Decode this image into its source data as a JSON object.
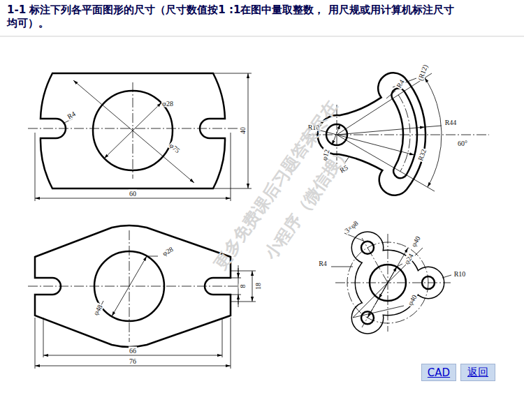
{
  "diagram": {
    "title": "1-1 标注下列各平面图形的尺寸（尺寸数值按1 :1在图中量取整数， 用尺规或用计算机标注尺寸均可）。",
    "nodes": [
      {
        "text": [
          "CAD"
        ]
      },
      {
        "text": [
          "返回"
        ]
      }
    ],
    "labels": [
      "φ28",
      "R4",
      "φ75",
      "40",
      "60",
      "(R12)",
      "R4",
      "R10",
      "R44",
      "60°",
      "φ12",
      "R32",
      "R5",
      "φ28",
      "φ48",
      "8",
      "18",
      "66",
      "76",
      "3×φ8",
      "φ40",
      "φ24",
      "R4",
      "R10",
      "φ40",
      "更多免费课后习题答案尽在",
      "小程序（微信搜）"
    ]
  }
}
